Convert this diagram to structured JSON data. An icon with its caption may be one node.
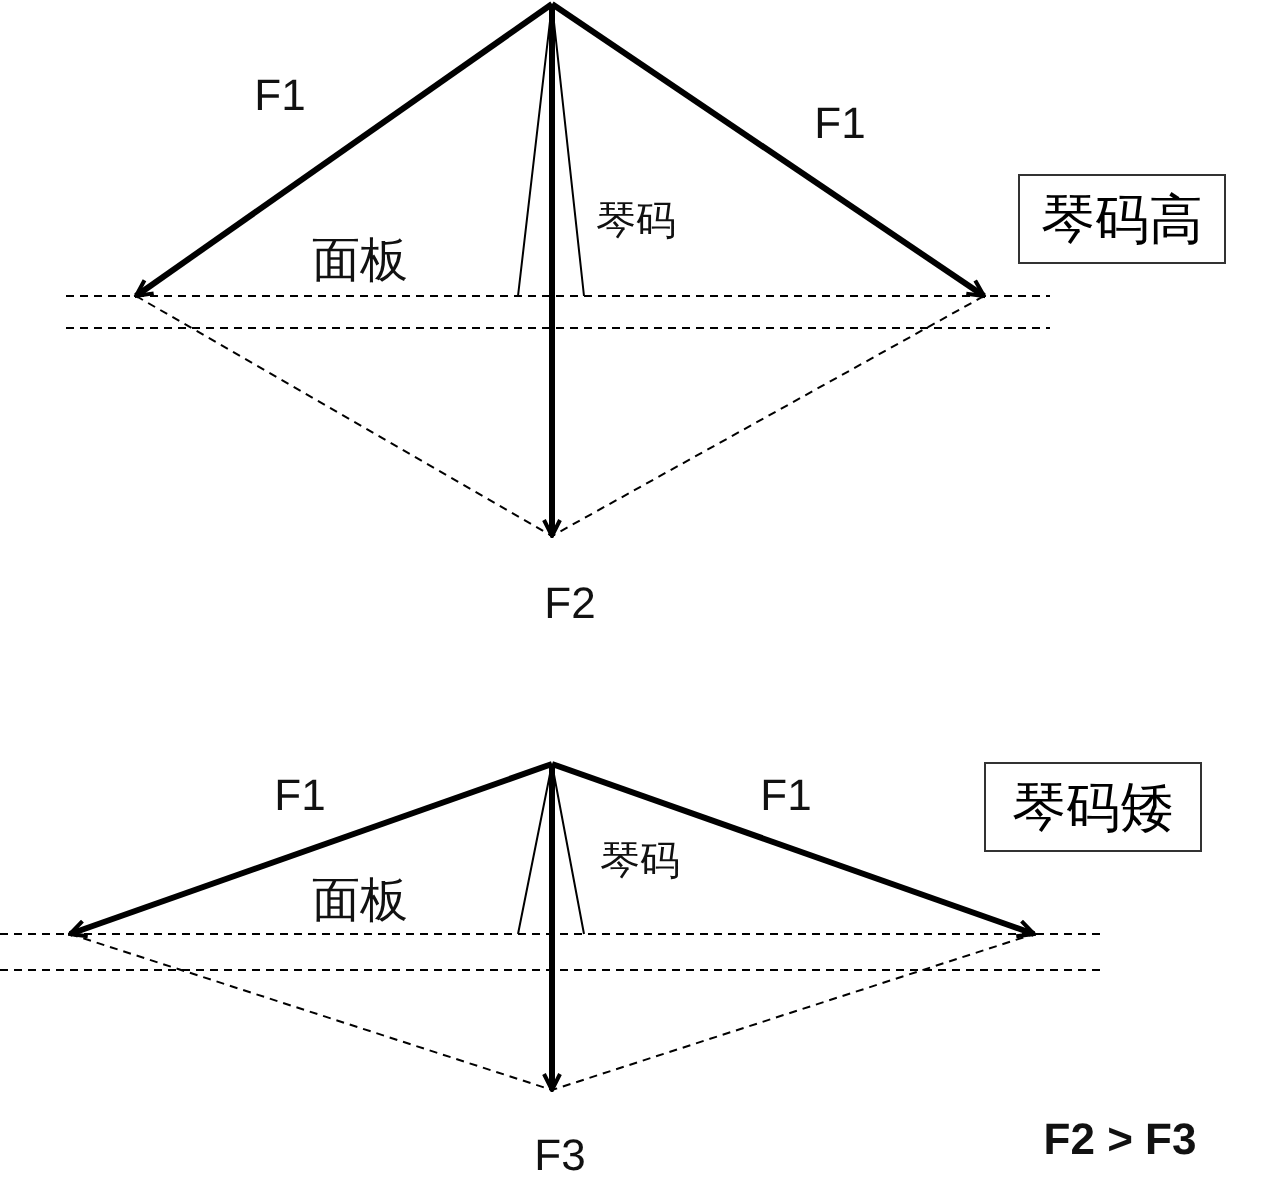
{
  "diagram": {
    "nodes": [
      {
        "text": [
          "琴码高"
        ]
      },
      {
        "text": [
          "琴码矮"
        ]
      }
    ],
    "labels": [
      "F1",
      "F1",
      "琴码",
      "面板",
      "F2",
      "F1",
      "F1",
      "琴码",
      "面板",
      "F3",
      "F2 > F3"
    ]
  }
}
